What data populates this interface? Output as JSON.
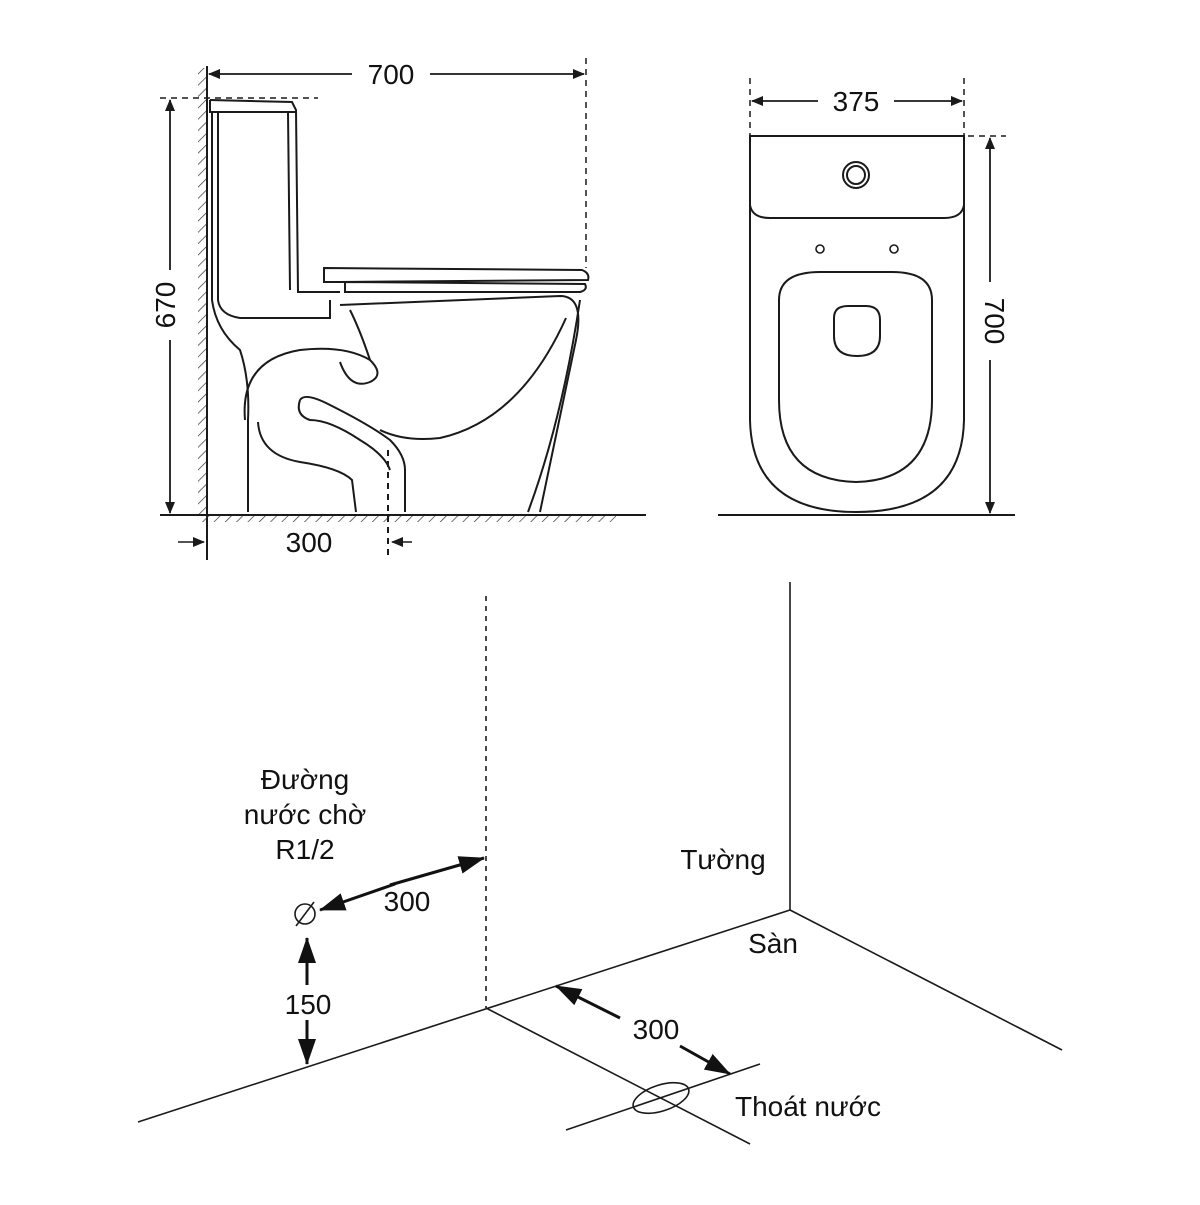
{
  "side_view": {
    "width_dim": "700",
    "height_dim": "670",
    "rough_in_dim": "300"
  },
  "front_view": {
    "width_dim": "375",
    "depth_dim": "700"
  },
  "installation": {
    "water_supply_label_line1": "Đường",
    "water_supply_label_line2": "nước chờ",
    "water_supply_label_line3": "R1/2",
    "supply_offset_dim": "300",
    "supply_height_dim": "150",
    "wall_label": "Tường",
    "floor_label": "Sàn",
    "drain_offset_dim": "300",
    "drain_label": "Thoát nước"
  },
  "colors": {
    "line": "#1a1a1a",
    "background": "#ffffff"
  }
}
